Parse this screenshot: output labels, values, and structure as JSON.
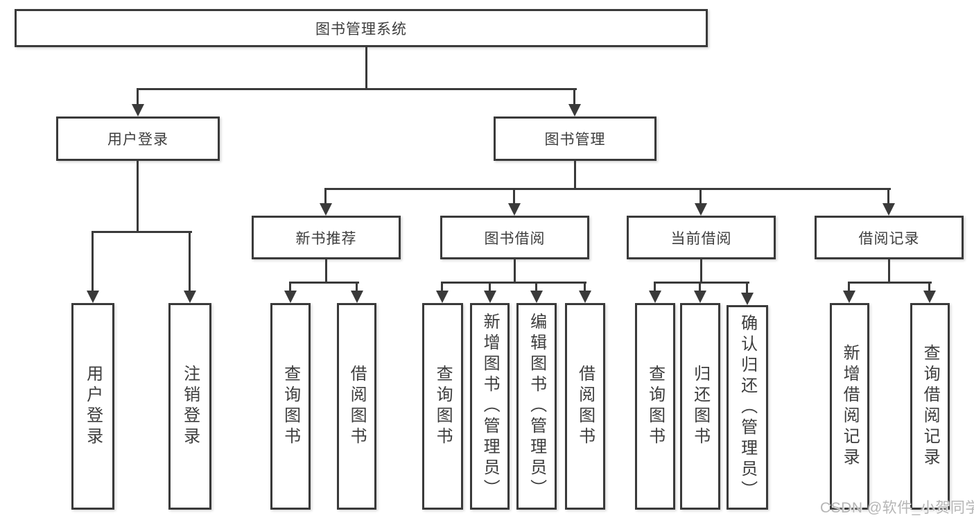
{
  "colors": {
    "line": "#3a3a3a",
    "text": "#3d3d3d",
    "watermark": "#b5b5b5",
    "background": "#ffffff"
  },
  "watermark": {
    "text": "CSDN @软件_小贺同学"
  },
  "nodes": {
    "root": {
      "label": "图书管理系统"
    },
    "user_login": {
      "label": "用户登录"
    },
    "book_mgmt": {
      "label": "图书管理"
    },
    "new_book_rec": {
      "label": "新书推荐"
    },
    "book_borrow": {
      "label": "图书借阅"
    },
    "current_borrow": {
      "label": "当前借阅"
    },
    "borrow_records": {
      "label": "借阅记录"
    },
    "leaves": {
      "user_login": [
        "用户登录",
        "注销登录"
      ],
      "new_book_rec": [
        "查询图书",
        "借阅图书"
      ],
      "book_borrow": [
        "查询图书",
        "新增图书（管理员）",
        "编辑图书（管理员）",
        "借阅图书"
      ],
      "current_borrow": [
        "查询图书",
        "归还图书",
        "确认归还（管理员）"
      ],
      "borrow_records": [
        "新增借阅记录",
        "查询借阅记录"
      ]
    }
  }
}
